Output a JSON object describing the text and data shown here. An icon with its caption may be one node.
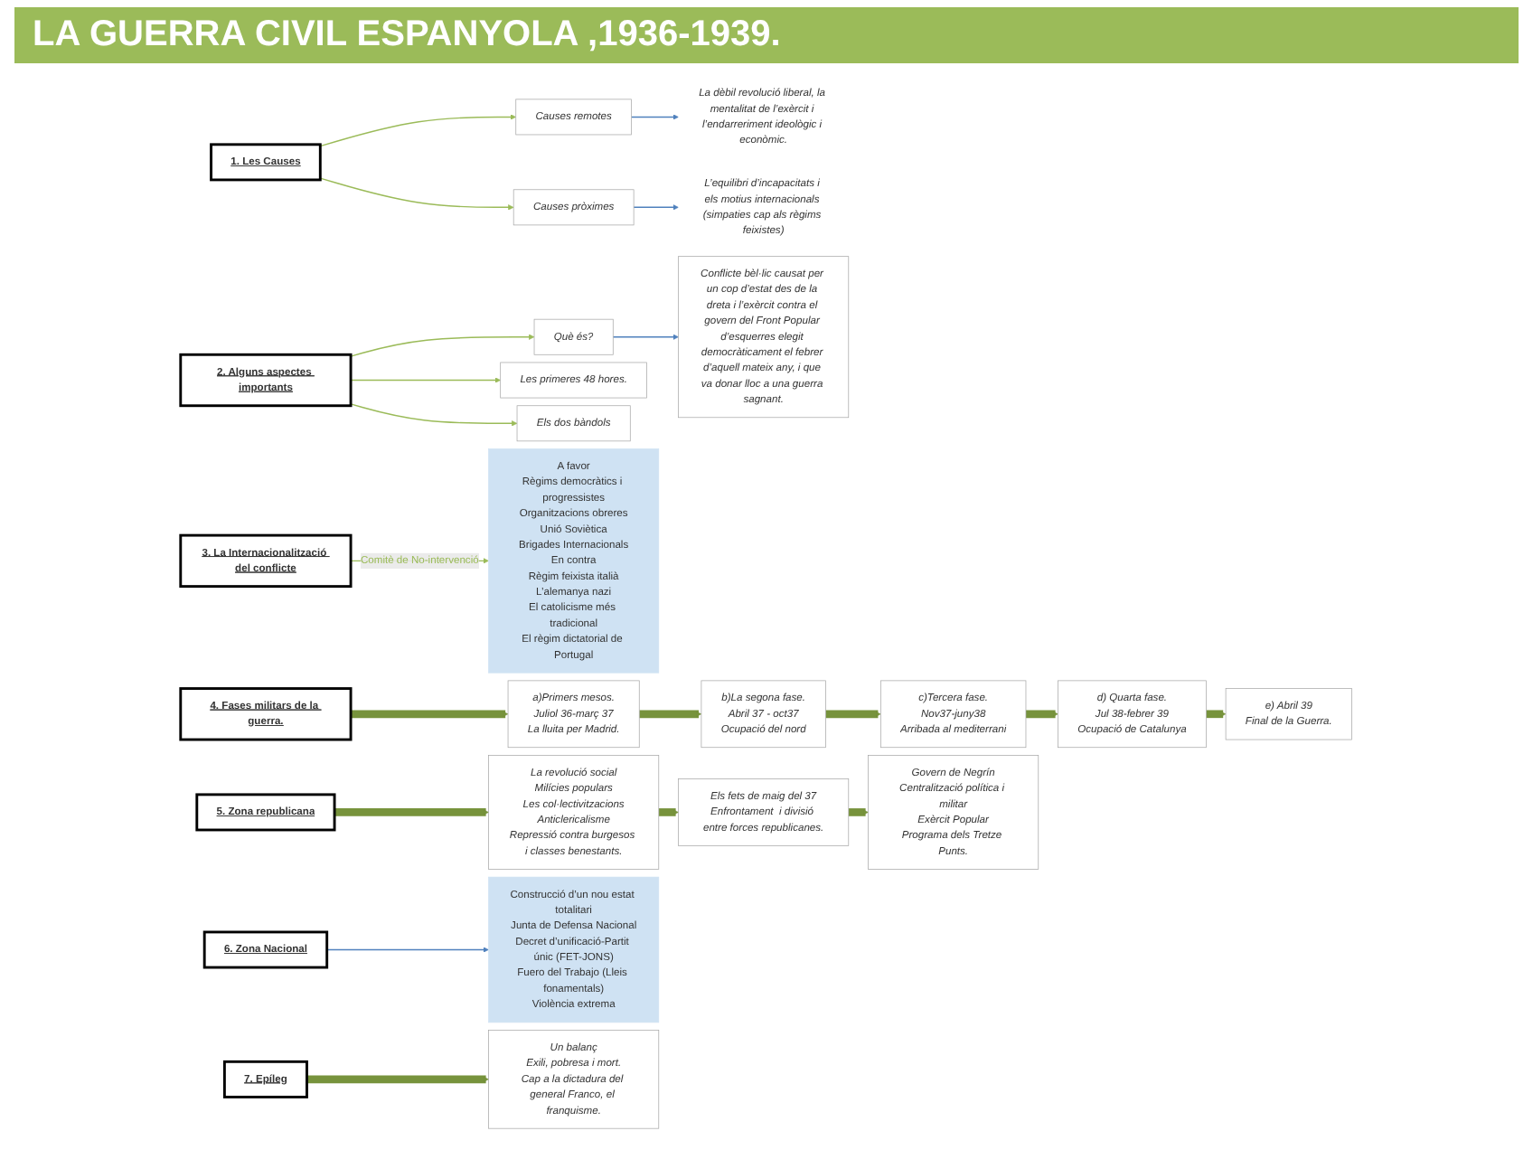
{
  "diagram": {
    "title": "LA GUERRA CIVIL ESPANYOLA ,1936-1939.",
    "nodes": [
      {
        "text": [
          "1. Les Causes"
        ]
      },
      {
        "text": [
          "Causes remotes"
        ]
      },
      {
        "text": [
          "Causes pròximes"
        ]
      },
      {
        "text": [
          "La dèbil revolució liberal, la mentalitat de l’exèrcit i l’endarreriment ideològic i econòmic."
        ]
      },
      {
        "text": [
          "L’equilibri d’incapacitats i els motius internacionals (simpaties cap als règims feixistes)"
        ]
      },
      {
        "text": [
          "2. Alguns aspectes importants"
        ]
      },
      {
        "text": [
          "Què és?"
        ]
      },
      {
        "text": [
          "Les primeres 48 hores."
        ]
      },
      {
        "text": [
          "Els dos bàndols"
        ]
      },
      {
        "text": [
          "Conflicte bèl·lic causat per un cop d’estat des de la dreta i l’exèrcit contra el govern del Front Popular d’esquerres elegit democràticament el febrer d’aquell mateix any, i que va donar lloc a una guerra sagnant."
        ]
      },
      {
        "text": [
          "3. La Internacionalització del conflicte"
        ]
      },
      {
        "text": [
          "A favor",
          "Règims democràtics i progressistes",
          "Organitzacions obreres",
          "Unió Soviètica",
          "Brigades Internacionals",
          "En contra",
          "Règim feixista italià",
          "L’alemanya nazi",
          "El catolicisme més tradicional",
          "El règim dictatorial de Portugal"
        ]
      },
      {
        "text": [
          "4. Fases militars de la guerra."
        ]
      },
      {
        "text": [
          "a)Primers mesos.",
          "Juliol 36-març 37",
          "La lluita per Madrid."
        ]
      },
      {
        "text": [
          "b)La segona fase.",
          "Abril 37 - oct37",
          "Ocupació del nord"
        ]
      },
      {
        "text": [
          "c)Tercera fase.",
          "Nov37-juny38",
          "Arribada al mediterrani"
        ]
      },
      {
        "text": [
          "d) Quarta fase.",
          "Jul 38-febrer 39",
          "Ocupació de Catalunya"
        ]
      },
      {
        "text": [
          "e) Abril 39",
          "Final de la Guerra."
        ]
      },
      {
        "text": [
          "5. Zona republicana"
        ]
      },
      {
        "text": [
          "La revolució social",
          "Milícies populars",
          "Les col·lectivitzacions",
          "Anticlericalisme",
          "Repressió contra burgesos i classes benestants."
        ]
      },
      {
        "text": [
          "Els fets de maig del 37",
          "Enfrontament  i divisió entre forces republicanes."
        ]
      },
      {
        "text": [
          "Govern de Negrín",
          "Centralització política i militar",
          "Exèrcit Popular",
          "Programa dels Tretze Punts."
        ]
      },
      {
        "text": [
          "6. Zona Nacional"
        ]
      },
      {
        "text": [
          "Construcció d’un nou estat totalitari",
          "Junta de Defensa Nacional",
          "Decret d’unificació-Partit únic (FET-JONS)",
          "Fuero del Trabajo (Lleis fonamentals)",
          "Violència extrema"
        ]
      },
      {
        "text": [
          "7. Epíleg"
        ]
      },
      {
        "text": [
          "Un balanç",
          "Exili, pobresa i mort.",
          "Cap a la dictadura del general Franco, el franquisme."
        ]
      }
    ],
    "edges": [
      {
        "from": 0,
        "to": 1,
        "arrow": "to"
      },
      {
        "from": 0,
        "to": 2,
        "arrow": "to"
      },
      {
        "from": 1,
        "to": 3,
        "arrow": "to",
        "color": "#4f81bd"
      },
      {
        "from": 2,
        "to": 4,
        "arrow": "to",
        "color": "#4f81bd"
      },
      {
        "from": 5,
        "to": 6,
        "arrow": "to"
      },
      {
        "from": 5,
        "to": 7,
        "arrow": "to"
      },
      {
        "from": 5,
        "to": 8,
        "arrow": "to"
      },
      {
        "from": 6,
        "to": 9,
        "arrow": "to",
        "color": "#4f81bd"
      },
      {
        "from": 10,
        "to": 11,
        "arrow": "to",
        "label": "Comitè de No-intervenció"
      },
      {
        "from": 12,
        "to": 13,
        "arrow": "to",
        "style": "thick",
        "color": "#77933c"
      },
      {
        "from": 13,
        "to": 14,
        "arrow": "to",
        "style": "thick",
        "color": "#77933c"
      },
      {
        "from": 14,
        "to": 15,
        "arrow": "to",
        "style": "thick",
        "color": "#77933c"
      },
      {
        "from": 15,
        "to": 16,
        "arrow": "to",
        "style": "thick",
        "color": "#77933c"
      },
      {
        "from": 16,
        "to": 17,
        "arrow": "to",
        "style": "thick",
        "color": "#77933c"
      },
      {
        "from": 18,
        "to": 19,
        "arrow": "to",
        "style": "thick",
        "color": "#77933c"
      },
      {
        "from": 19,
        "to": 20,
        "arrow": "to",
        "style": "thick",
        "color": "#77933c"
      },
      {
        "from": 20,
        "to": 21,
        "arrow": "to",
        "style": "thick",
        "color": "#77933c"
      },
      {
        "from": 22,
        "to": 23,
        "arrow": "to",
        "color": "#4f81bd"
      },
      {
        "from": 24,
        "to": 25,
        "arrow": "to",
        "style": "thick",
        "color": "#77933c"
      }
    ]
  }
}
